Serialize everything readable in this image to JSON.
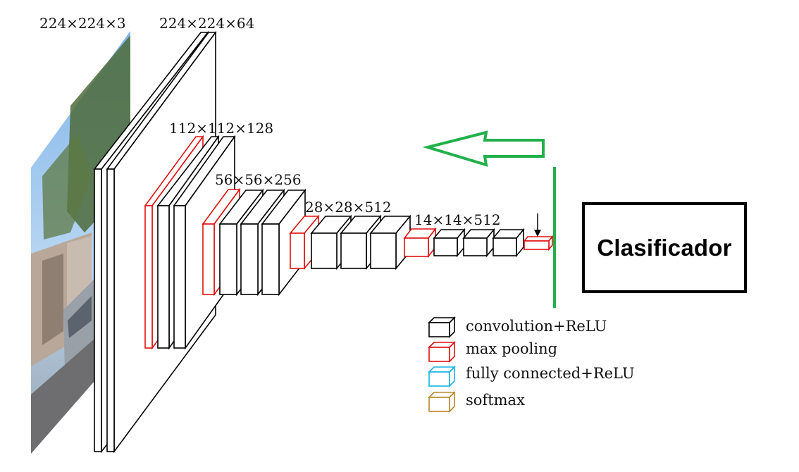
{
  "dimension_labels": {
    "input": "224×224×3",
    "block1": "224×224×64",
    "block2": "112×112×128",
    "block3": "56×56×256",
    "block4": "28×28×512",
    "block5": "14×14×512"
  },
  "legend": {
    "items": [
      {
        "label": "convolution+ReLU",
        "color": "#000000"
      },
      {
        "label": "max pooling",
        "color": "#e01010"
      },
      {
        "label": "fully connected+ReLU",
        "color": "#14b4e6"
      },
      {
        "label": "softmax",
        "color": "#b8862b"
      }
    ]
  },
  "classifier": {
    "label": "Clasificador"
  },
  "colors": {
    "conv": "#000000",
    "pool": "#e01010",
    "arrow": "#22b04b",
    "sky": "#6aa4e0"
  }
}
